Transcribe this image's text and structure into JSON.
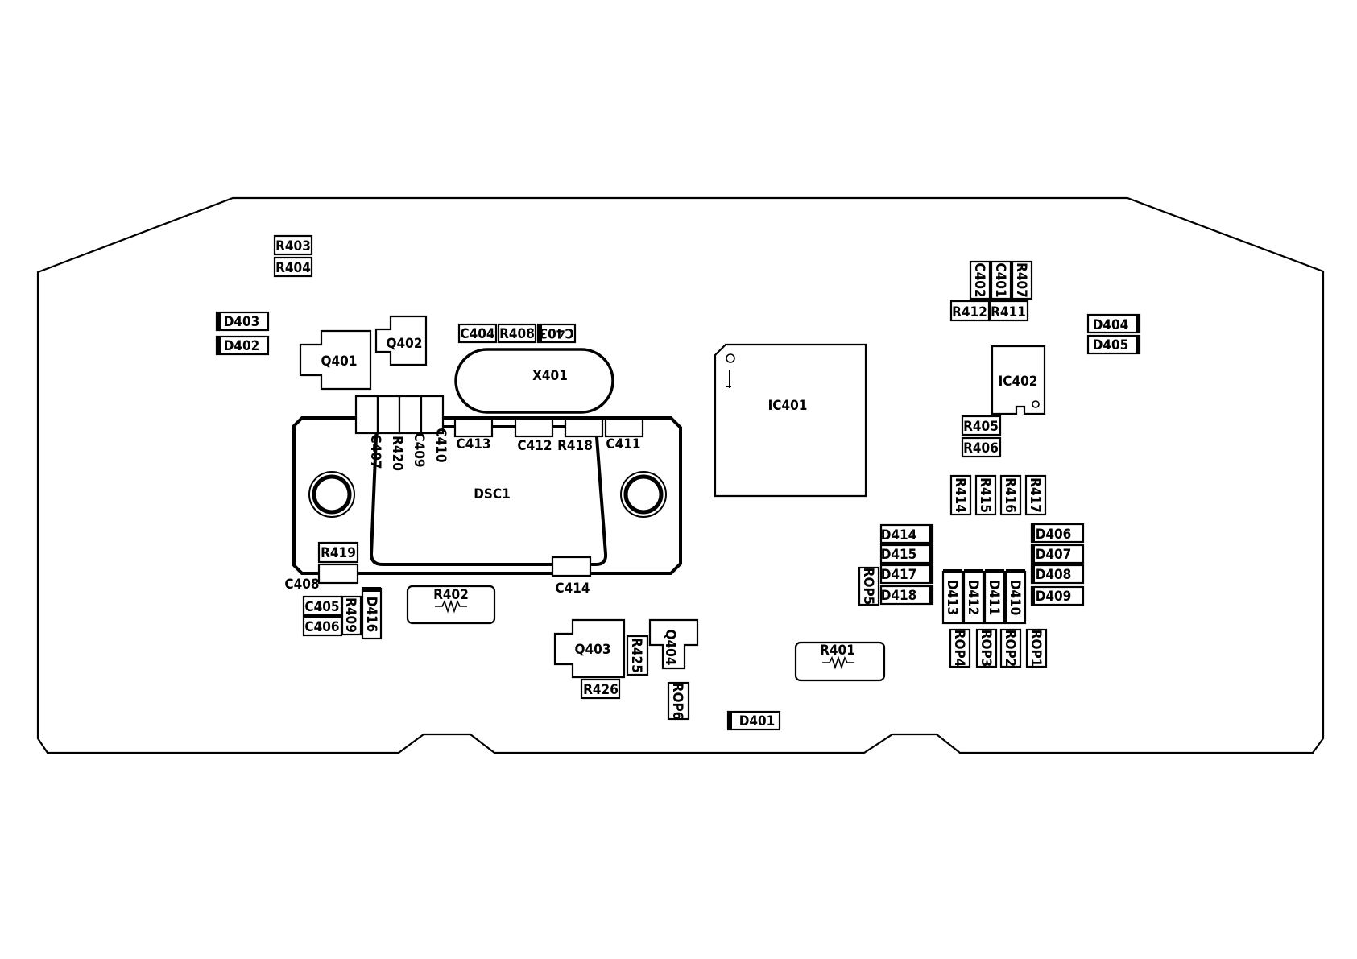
{
  "board": {
    "connector_label": "DSC1",
    "crystal_label": "X401",
    "ic_main_label": "IC401",
    "ic_small_label": "IC402"
  },
  "designators": {
    "R403": "R403",
    "R404": "R404",
    "D403": "D403",
    "D402": "D402",
    "Q401": "Q401",
    "Q402": "Q402",
    "C404": "C404",
    "R408": "R408",
    "C403": "C403",
    "C407": "C407",
    "R420": "R420",
    "C409": "C409",
    "C410": "C410",
    "C413": "C413",
    "C412": "C412",
    "R418": "R418",
    "C411": "C411",
    "R419": "R419",
    "C408": "C408",
    "C414": "C414",
    "C405": "C405",
    "C406": "C406",
    "R409": "R409",
    "D416": "D416",
    "R402": "R402",
    "Q403": "Q403",
    "R425": "R425",
    "Q404": "Q404",
    "R426": "R426",
    "ROP6": "ROP6",
    "D401": "D401",
    "R401": "R401",
    "C402": "C402",
    "C401": "C401",
    "R407": "R407",
    "R412": "R412",
    "R411": "R411",
    "D404": "D404",
    "D405": "D405",
    "R405": "R405",
    "R406": "R406",
    "R414": "R414",
    "R415": "R415",
    "R416": "R416",
    "R417": "R417",
    "D414": "D414",
    "D415": "D415",
    "D417": "D417",
    "D418": "D418",
    "ROP5": "ROP5",
    "D413": "D413",
    "D412": "D412",
    "D411": "D411",
    "D410": "D410",
    "D406": "D406",
    "D407": "D407",
    "D408": "D408",
    "D409": "D409",
    "ROP4": "ROP4",
    "ROP3": "ROP3",
    "ROP2": "ROP2",
    "ROP1": "ROP1"
  }
}
